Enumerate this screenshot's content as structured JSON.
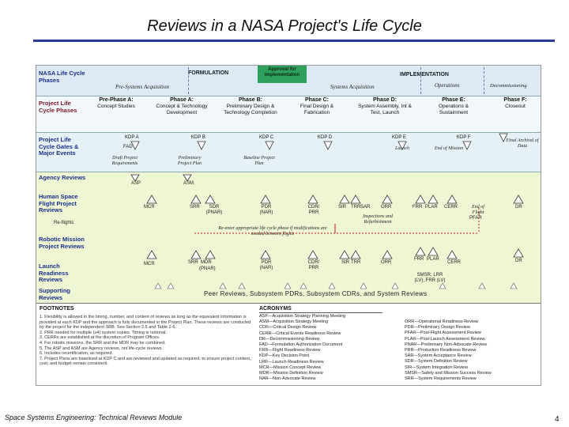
{
  "slide": {
    "title": "Reviews in a NASA Project's Life Cycle",
    "footer": "Space Systems Engineering: Technical Reviews Module",
    "page_number": "4"
  },
  "chart": {
    "row_labels": {
      "lifecycle_phases": "NASA Life Cycle Phases",
      "project_phases": "Project Life Cycle Phases",
      "gates": "Project Life Cycle Gates & Major Events",
      "agency": "Agency Reviews",
      "human": "Human Space Flight Project Reviews",
      "robotic": "Robotic Mission Project Reviews",
      "launch": "Launch Readiness Reviews",
      "supporting": "Supporting Reviews"
    },
    "top": {
      "formulation": "FORMULATION",
      "approval": "Approval for Implementation",
      "implementation": "IMPLEMENTATION",
      "pre_systems": "Pre-Systems Acquisition",
      "systems_acq": "Systems Acquisition",
      "operations": "Operations",
      "decommissioning": "Decommissioning"
    },
    "phases": [
      {
        "name": "Pre-Phase A:",
        "desc": "Concept Studies"
      },
      {
        "name": "Phase A:",
        "desc": "Concept & Technology Development"
      },
      {
        "name": "Phase B:",
        "desc": "Preliminary Design & Technology Completion"
      },
      {
        "name": "Phase C:",
        "desc": "Final Design & Fabrication"
      },
      {
        "name": "Phase D:",
        "desc": "System Assembly, Int & Test, Launch"
      },
      {
        "name": "Phase E:",
        "desc": "Operations & Sustainment"
      },
      {
        "name": "Phase F:",
        "desc": "Closeout"
      }
    ],
    "kdps": [
      "KDP A",
      "KDP B",
      "KDP C",
      "KDP D",
      "KDP E",
      "KDP F"
    ],
    "gate_notes": {
      "fad": "FAD",
      "draft_req": "Draft Project Requirements",
      "prelim_plan": "Preliminary Project Plan",
      "baseline_plan": "Baseline Project Plan",
      "launch": "Launch",
      "end_of_mission": "End of Mission",
      "final_archival": "Final Archival of Data"
    },
    "agency_reviews": [
      "ASP",
      "ASM"
    ],
    "human_reviews": [
      "MCR",
      "SRR",
      "SDR (PNAR)",
      "PDR (NAR)",
      "CDR/ PRR",
      "SIR",
      "TRR",
      "SAR",
      "ORR",
      "FRR",
      "PLAR",
      "CERR",
      "PFAR",
      "DR"
    ],
    "human_notes": {
      "reflights": "Re-flights",
      "inspections": "Inspections and Refurbishment",
      "re_enter": "Re-enter appropriate life cycle phase if modifications are needed between flights",
      "end_of_flight": "End of Flight"
    },
    "robotic_reviews": [
      "MCR",
      "SRR",
      "MDR",
      "PDR (NAR)",
      "CDR/ PRR",
      "SIR",
      "TRR",
      "ORR",
      "FRR",
      "PLAR",
      "CERR",
      "DR"
    ],
    "robotic_extra": [
      "(PNAR)",
      "SMSR, LRR (LV), FRR (LV)"
    ],
    "peer_reviews": "Peer Reviews, Subsystem PDRs, Subsystem CDRs, and System Reviews",
    "footnotes_title": "FOOTNOTES",
    "footnotes": [
      "1. Flexibility is allowed in the timing, number, and content of reviews as long as the equivalent information is provided at each KDP and the approach is fully documented in the Project Plan. These reviews are conducted by the project for the independent SRB. See Section 2.5 and Table 2-6.",
      "2. PRR needed for multiple (≥4) system copies. Timing is notional.",
      "3. CERRs are established at the discretion of Program Offices.",
      "4. For robotic missions, the SRR and the MDR may be combined.",
      "5. The ASP and ASM are Agency reviews, not life-cycle reviews.",
      "6. Includes recertification, as required.",
      "7. Project Plans are baselined at KDP C and are reviewed and updated as required, to ensure project content, cost, and budget remain consistent."
    ],
    "acronyms_title": "ACRONYMS",
    "acronyms_left": [
      "ASP—Acquisition Strategy Planning Meeting",
      "ASM—Acquisition Strategy Meeting",
      "CDR—Critical Design Review",
      "CERR—Critical Events Readiness Review",
      "DR—Decommissioning Review",
      "FAD—Formulation Authorization Document",
      "FRR—Flight Readiness Review",
      "KDP—Key Decision Point",
      "LRR—Launch Readiness Review",
      "MCR—Mission Concept Review",
      "MDR—Mission Definition Review",
      "NAR—Non-Advocate Review"
    ],
    "acronyms_right": [
      "ORR—Operational Readiness Review",
      "PDR—Preliminary Design Review",
      "PFAR—Post-Flight Assessment Review",
      "PLAR—Post-Launch Assessment Review",
      "PNAR—Preliminary Non-Advocate Review",
      "PRR—Production Readiness Review",
      "SAR—System Acceptance Review",
      "SDR—System Definition Review",
      "SIR—System Integration Review",
      "SMSR—Safety and Mission Success Review",
      "SRR—System Requirements Review"
    ]
  }
}
